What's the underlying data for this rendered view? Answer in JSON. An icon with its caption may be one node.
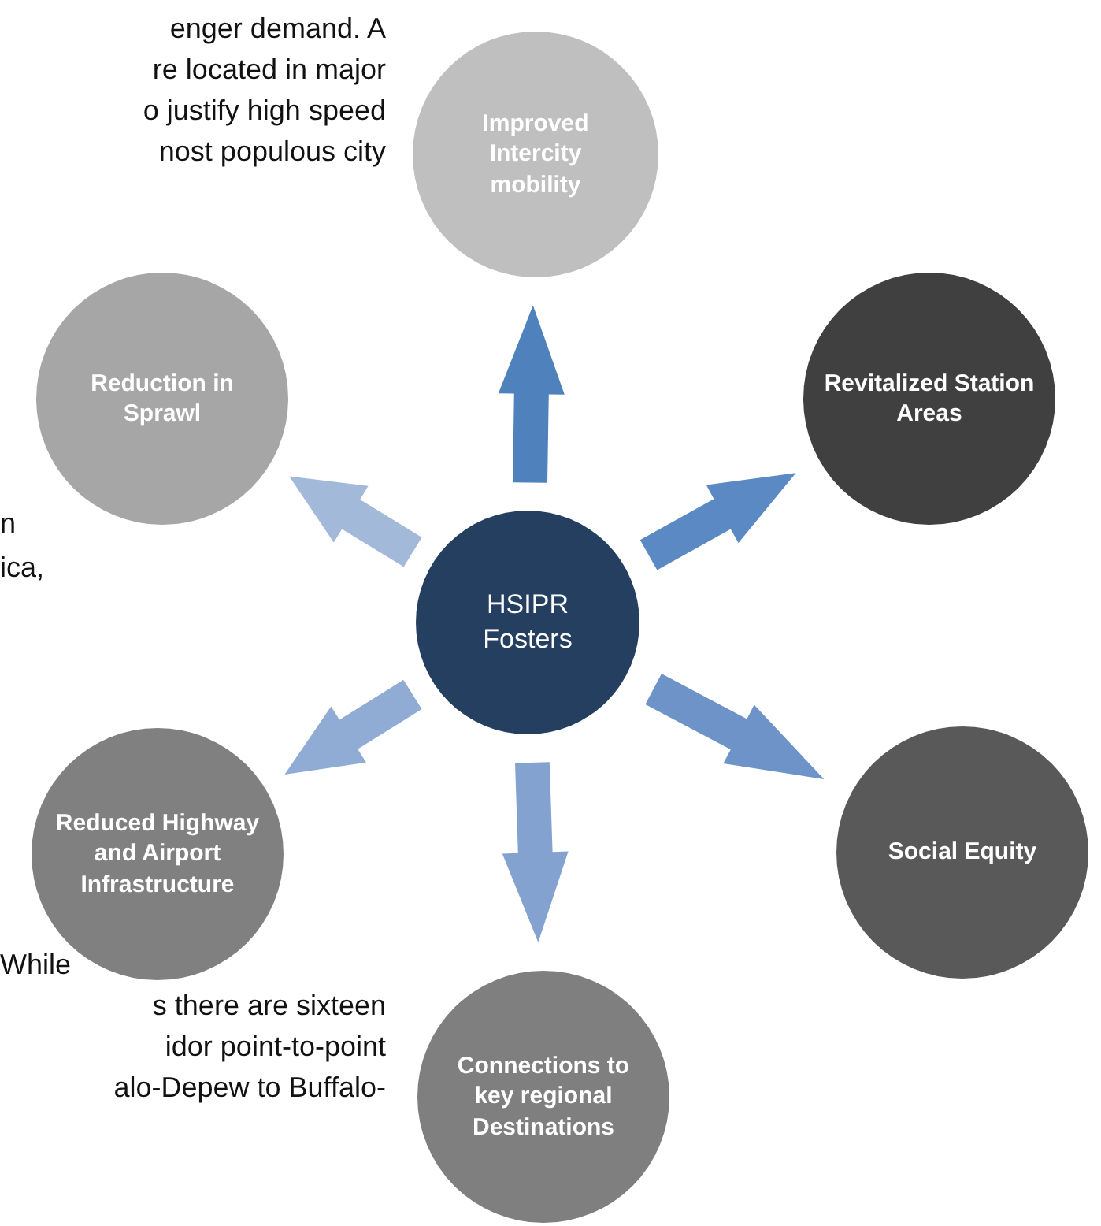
{
  "diagram": {
    "nodes": [
      {
        "text": [
          "HSIPR Fosters"
        ]
      },
      {
        "text": [
          "Improved Intercity mobility"
        ]
      },
      {
        "text": [
          "Revitalized Station Areas"
        ]
      },
      {
        "text": [
          "Social Equity"
        ]
      },
      {
        "text": [
          "Connections to key regional Destinations"
        ]
      },
      {
        "text": [
          "Reduced Highway and Airport Infrastructure"
        ]
      },
      {
        "text": [
          "Reduction in Sprawl"
        ]
      }
    ],
    "edges": [
      {
        "from": 0,
        "to": 1,
        "arrow": "to",
        "style": "thick",
        "color": "#4f81bd"
      },
      {
        "from": 0,
        "to": 2,
        "arrow": "to",
        "style": "thick",
        "color": "#5b89c3"
      },
      {
        "from": 0,
        "to": 3,
        "arrow": "to",
        "style": "thick",
        "color": "#6d93c8"
      },
      {
        "from": 0,
        "to": 4,
        "arrow": "to",
        "style": "thick",
        "color": "#84a2d0"
      },
      {
        "from": 0,
        "to": 5,
        "arrow": "to",
        "style": "thick",
        "color": "#90acd5"
      },
      {
        "from": 0,
        "to": 6,
        "arrow": "to",
        "style": "thick",
        "color": "#a3b9da"
      }
    ],
    "labels": [
      "enger demand. A",
      "re located in major",
      "o justify high speed",
      "nost populous city",
      "n",
      "ica,",
      "While",
      "s there are sixteen",
      "idor point-to-point",
      "alo-Depew to Buffalo-"
    ]
  }
}
